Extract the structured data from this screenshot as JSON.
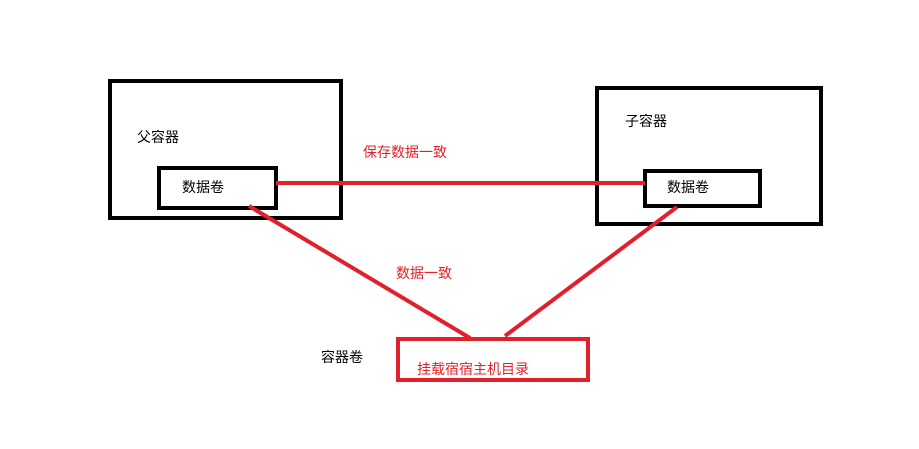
{
  "parent_container": {
    "label": "父容器"
  },
  "child_container": {
    "label": "子容器"
  },
  "parent_volume": {
    "label": "数据卷"
  },
  "child_volume": {
    "label": "数据卷"
  },
  "sync_label": "保存数据一致",
  "consistency_label": "数据一致",
  "container_volume_label": "容器卷",
  "host_dir": {
    "label": "挂载宿宿主机目录"
  },
  "colors": {
    "line": "#e0202a",
    "box": "#000000",
    "text_red": "#e0202a",
    "text_black": "#000000"
  }
}
